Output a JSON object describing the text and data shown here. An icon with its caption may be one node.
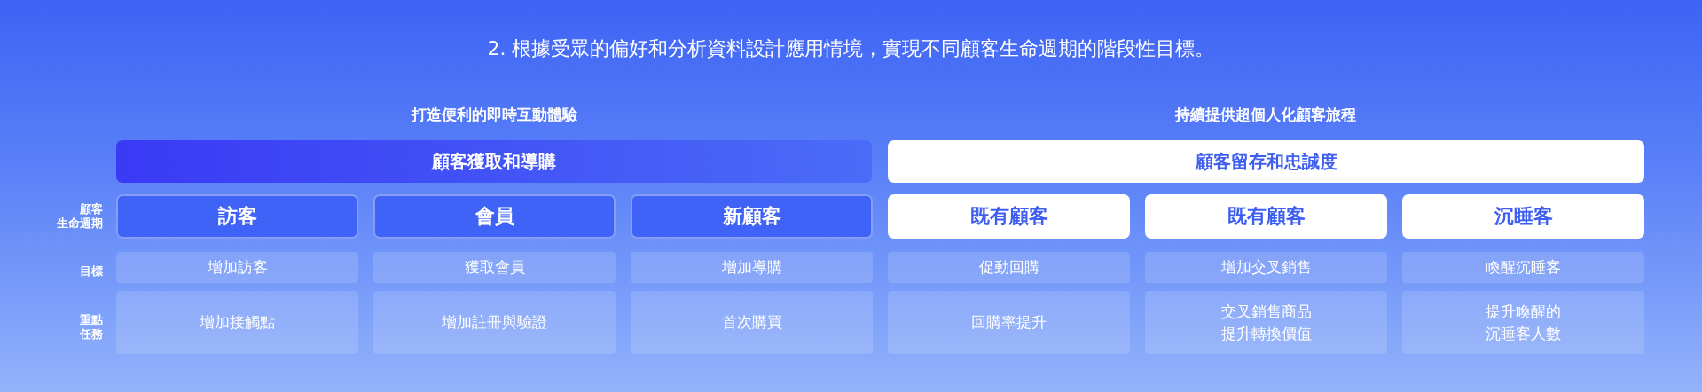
{
  "diagram": {
    "title": "2. 根據受眾的偏好和分析資料設計應用情境，實現不同顧客生命週期的階段性目標。",
    "nodes": [
      {
        "text": [
          "顧客獲取和導購"
        ]
      },
      {
        "text": [
          "顧客留存和忠誠度"
        ]
      },
      {
        "text": [
          "訪客"
        ]
      },
      {
        "text": [
          "會員"
        ]
      },
      {
        "text": [
          "新顧客"
        ]
      },
      {
        "text": [
          "既有顧客"
        ]
      },
      {
        "text": [
          "既有顧客"
        ]
      },
      {
        "text": [
          "沉睡客"
        ]
      },
      {
        "text": [
          "增加訪客"
        ]
      },
      {
        "text": [
          "獲取會員"
        ]
      },
      {
        "text": [
          "增加導購"
        ]
      },
      {
        "text": [
          "促動回購"
        ]
      },
      {
        "text": [
          "增加交叉銷售"
        ]
      },
      {
        "text": [
          "喚醒沉睡客"
        ]
      },
      {
        "text": [
          "增加接觸點"
        ]
      },
      {
        "text": [
          "增加註冊與驗證"
        ]
      },
      {
        "text": [
          "首次購買"
        ]
      },
      {
        "text": [
          "回購率提升"
        ]
      },
      {
        "text": [
          "交叉銷售商品提升轉換價值"
        ]
      },
      {
        "text": [
          "提升喚醒的沉睡客人數"
        ]
      }
    ],
    "labels": [
      "打造便利的即時互動體驗",
      "持續提供超個人化顧客旅程",
      "顧客生命週期",
      "目標",
      "重點任務"
    ]
  }
}
